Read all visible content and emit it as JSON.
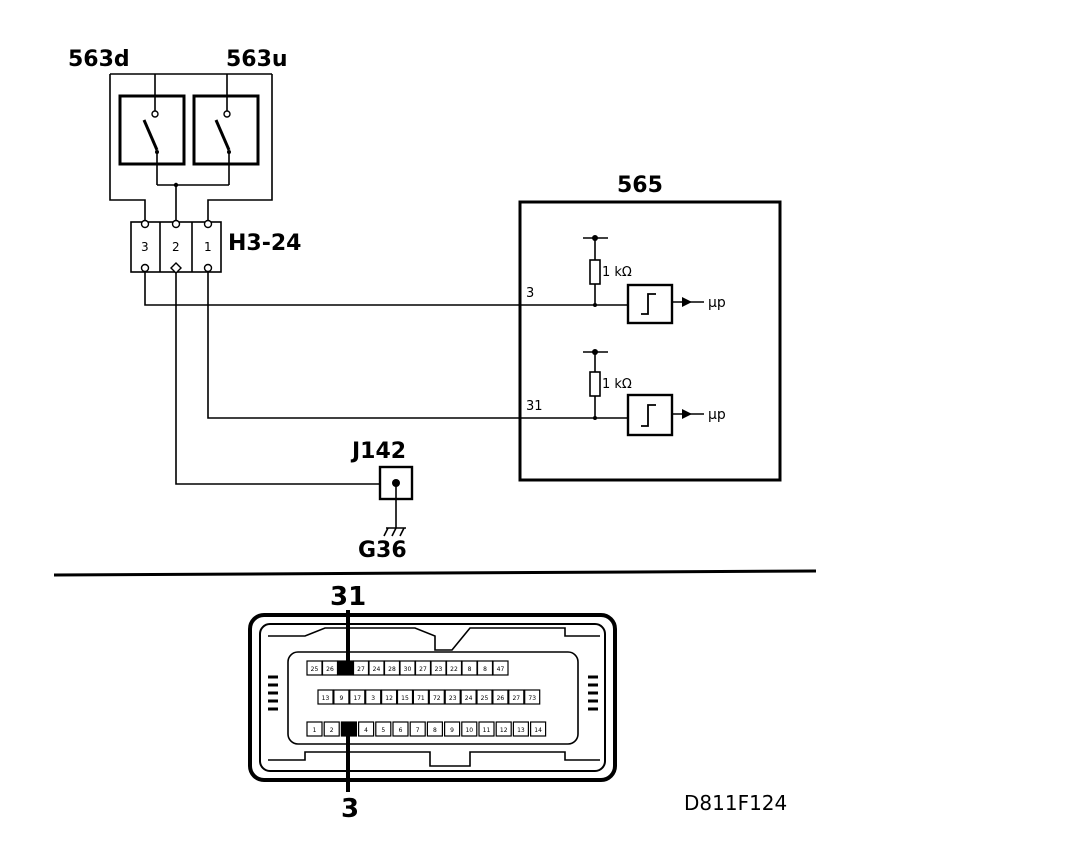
{
  "labels": {
    "switch_down": "563d",
    "switch_up": "563u",
    "connector": "H3-24",
    "module": "565",
    "ground_junction": "J142",
    "ground_point": "G36",
    "figure_code": "D811F124"
  },
  "connector_pins": [
    "3",
    "2",
    "1"
  ],
  "module_inputs": [
    {
      "pin": "3",
      "resistor": "1 kΩ",
      "output": "µp"
    },
    {
      "pin": "31",
      "resistor": "1 kΩ",
      "output": "µp"
    }
  ],
  "ecu_connector": {
    "top_callout": "31",
    "bottom_callout": "3",
    "row1": [
      "25",
      "26",
      "",
      "27",
      "24",
      "28",
      "30",
      "27",
      "23",
      "22",
      "8",
      "8",
      "47"
    ],
    "row2": [
      "13",
      "9",
      "17",
      "3",
      "12",
      "15",
      "71",
      "72",
      "23",
      "24",
      "25",
      "26",
      "27",
      "73"
    ],
    "row3": [
      "1",
      "2",
      "",
      "4",
      "5",
      "6",
      "7",
      "8",
      "9",
      "10",
      "11",
      "12",
      "13",
      "14"
    ]
  }
}
